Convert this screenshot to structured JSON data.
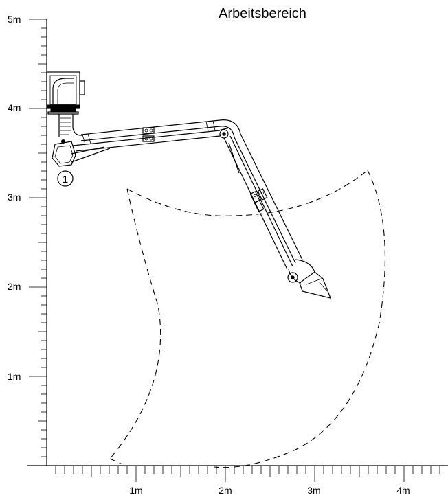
{
  "title": "Arbeitsbereich",
  "x_axis": {
    "labels": [
      "1m",
      "2m",
      "3m",
      "4m"
    ]
  },
  "y_axis": {
    "labels": [
      "1m",
      "2m",
      "3m",
      "4m",
      "5m"
    ]
  },
  "callout": "1",
  "colors": {
    "ink": "#000000",
    "background": "#ffffff"
  }
}
